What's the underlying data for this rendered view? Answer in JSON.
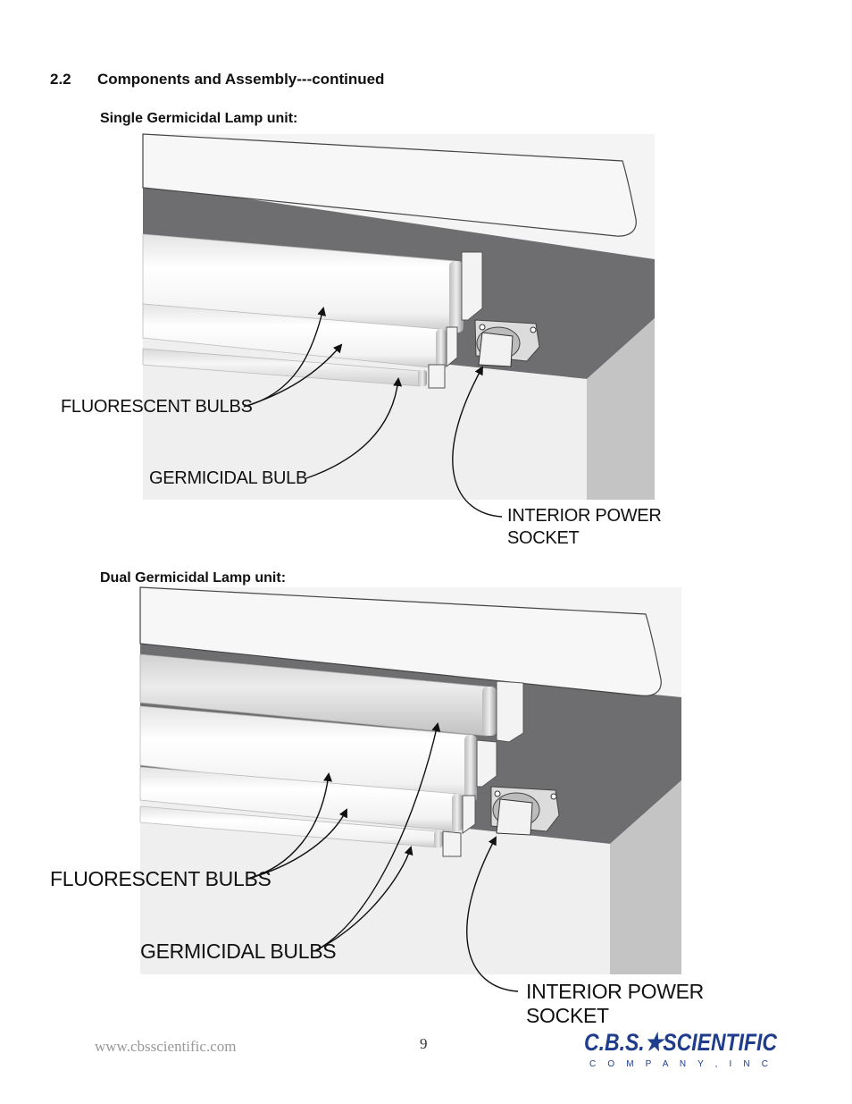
{
  "header": {
    "section_number": "2.2",
    "section_title": "Components and Assembly---continued"
  },
  "figures": [
    {
      "title": "Single Germicidal Lamp unit:",
      "labels": {
        "fluorescent": "FLUORESCENT BULBS",
        "germicidal": "GERMICIDAL BULB",
        "socket_line1": "INTERIOR POWER",
        "socket_line2": "SOCKET"
      }
    },
    {
      "title": "Dual Germicidal Lamp unit:",
      "labels": {
        "fluorescent": "FLUORESCENT BULBS",
        "germicidal": "GERMICIDAL BULBS",
        "socket_line1": "INTERIOR POWER",
        "socket_line2": "SOCKET"
      }
    }
  ],
  "footer": {
    "website": "www.cbsscientific.com",
    "page_number": "9",
    "logo_main": "C.B.S.★SCIENTIFIC",
    "logo_sub": "C O M P A N Y ,   I N C"
  },
  "colors": {
    "cabinet_dark": "#6e6d6f",
    "cabinet_light": "#efefef",
    "cabinet_side": "#c4c4c4",
    "logo_blue": "#1f3d8c"
  }
}
